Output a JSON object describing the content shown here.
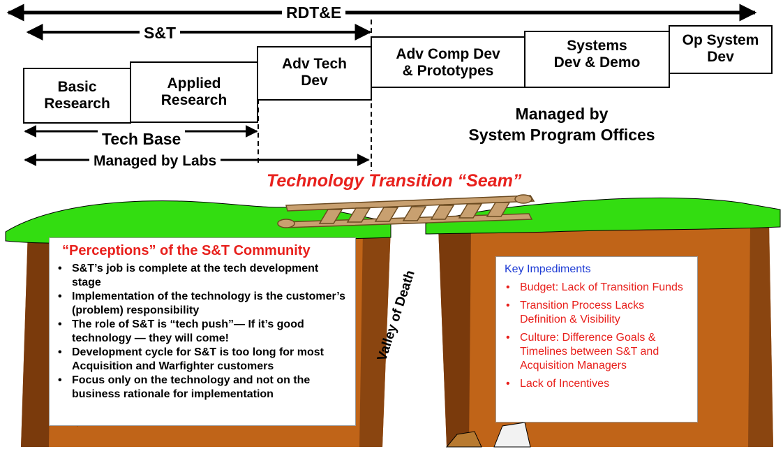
{
  "spans": {
    "rdte": "RDT&E",
    "st": "S&T",
    "tech_base": "Tech Base",
    "managed_labs": "Managed by Labs"
  },
  "stages": [
    {
      "label": "Basic\nResearch"
    },
    {
      "label": "Applied\nResearch"
    },
    {
      "label": "Adv  Tech\nDev"
    },
    {
      "label": "Adv Comp Dev\n& Prototypes"
    },
    {
      "label": "Systems\nDev & Demo"
    },
    {
      "label": "Op System\nDev"
    }
  ],
  "managed_spo": "Managed by\nSystem Program Offices",
  "seam_label": "Technology Transition “Seam”",
  "valley_label": "Valley of Death",
  "perceptions": {
    "title": "“Perceptions” of the S&T Community",
    "items": [
      " S&T’s job is complete at the tech development stage",
      "Implementation of the technology is the customer’s (problem) responsibility",
      "The role of S&T is “tech push”— If it’s good technology — they will come!",
      "Development cycle for S&T is too long for most Acquisition and Warfighter customers",
      "Focus only on the technology and not on the business rationale for implementation"
    ]
  },
  "impediments": {
    "title": "Key Impediments",
    "items": [
      "Budget:  Lack of Transition Funds",
      "Transition Process Lacks Definition & Visibility",
      "Culture:  Difference Goals & Timelines between S&T and Acquisition Managers",
      "Lack of Incentives"
    ]
  },
  "colors": {
    "grass": "#33dd11",
    "cliff": "#c06418",
    "cliff_shadow": "#7a3a0c",
    "bridge": "#c8a070",
    "red_text": "#e8201c",
    "blue_text": "#1c3ad4"
  }
}
